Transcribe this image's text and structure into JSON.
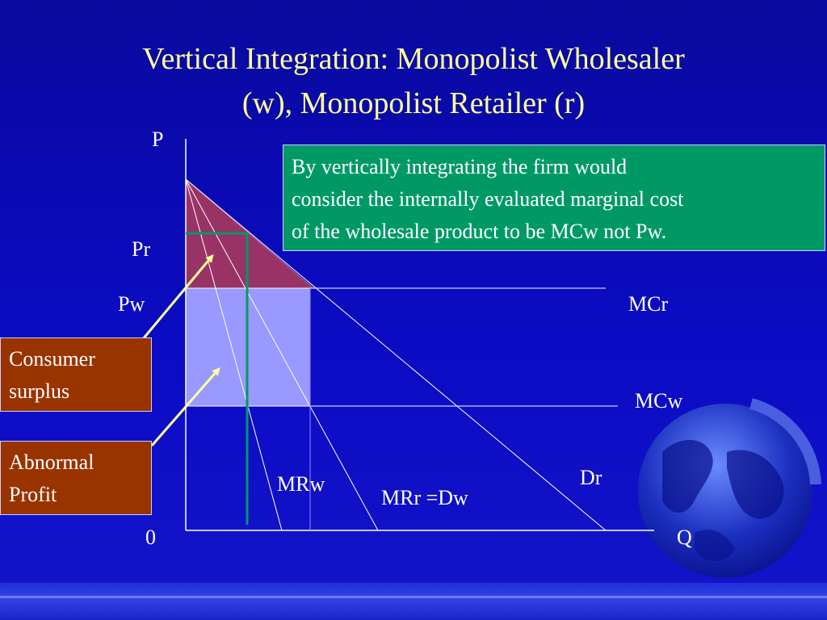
{
  "title": {
    "line1": "Vertical Integration: Monopolist Wholesaler",
    "line2": "(w), Monopolist Retailer (r)"
  },
  "axes": {
    "y_label": "P",
    "x_label": "Q",
    "origin": "0"
  },
  "price_labels": {
    "pr": "Pr",
    "pw": "Pw"
  },
  "curve_labels": {
    "mcr": "MCr",
    "mcw": "MCw",
    "mrw": "MRw",
    "mrr_dw": "MRr =Dw",
    "dr": "Dr"
  },
  "note": {
    "line1": "By vertically integrating the firm would",
    "line2": "consider the internally evaluated marginal cost",
    "line3": "of the wholesale product to be MCw not Pw."
  },
  "callouts": {
    "consumer_surplus": {
      "line1": "Consumer",
      "line2": "surplus"
    },
    "abnormal_profit": {
      "line1": "Abnormal",
      "line2": "Profit"
    }
  },
  "colors": {
    "background": "#0b0bc4",
    "title": "#ffff99",
    "consumer_surplus_fill": "#993366",
    "profit_fill": "#9999ff",
    "note_fill": "#009966",
    "callout_fill": "#993300",
    "green_line": "#009966",
    "arrow": "#ffff99"
  },
  "icons": {
    "decoration": "globe-icon"
  }
}
